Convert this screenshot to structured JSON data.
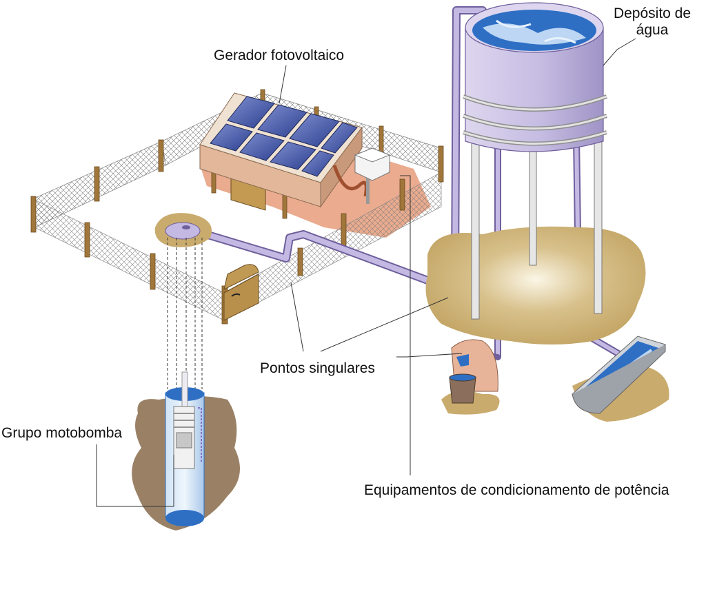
{
  "labels": {
    "pv_generator": "Gerador fotovoltaico",
    "water_tank_line1": "Depósito de",
    "water_tank_line2": "água",
    "singular_points": "Pontos singulares",
    "pump_group": "Grupo motobomba",
    "power_conditioning": "Equipamentos de condicionamento de potência"
  },
  "colors": {
    "ground": "#c9ab6d",
    "ground_dark": "#8c7455",
    "pipe": "#b9aedb",
    "pipe_edge": "#6f5f9c",
    "water": "#2e6fc4",
    "panel": "#3f5aa8",
    "post": "#a0763a",
    "pad": "#e8a283"
  }
}
